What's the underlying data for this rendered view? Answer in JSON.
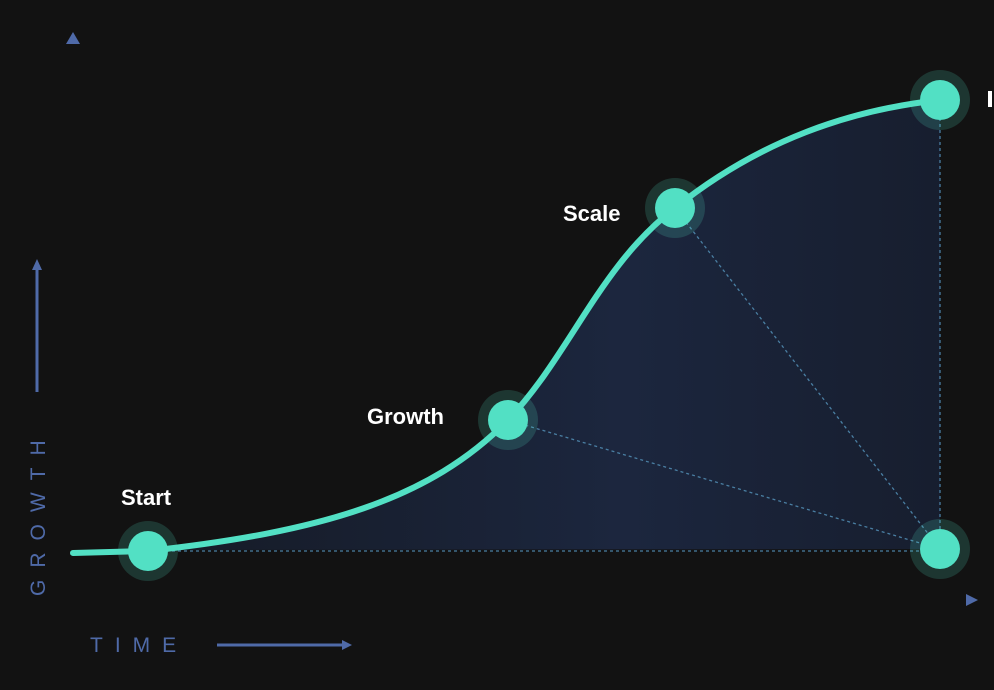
{
  "colors": {
    "background": "#121212",
    "curve": "#52e0c4",
    "axis": "#4f6aa8",
    "connector": "#4a7fa3",
    "label": "#ffffff"
  },
  "axes": {
    "x_label": "TIME",
    "y_label": "GROWTH"
  },
  "stages": [
    {
      "id": "start",
      "label": "Start"
    },
    {
      "id": "growth",
      "label": "Growth"
    },
    {
      "id": "scale",
      "label": "Scale"
    },
    {
      "id": "peak",
      "label": ""
    },
    {
      "id": "base",
      "label": ""
    }
  ]
}
